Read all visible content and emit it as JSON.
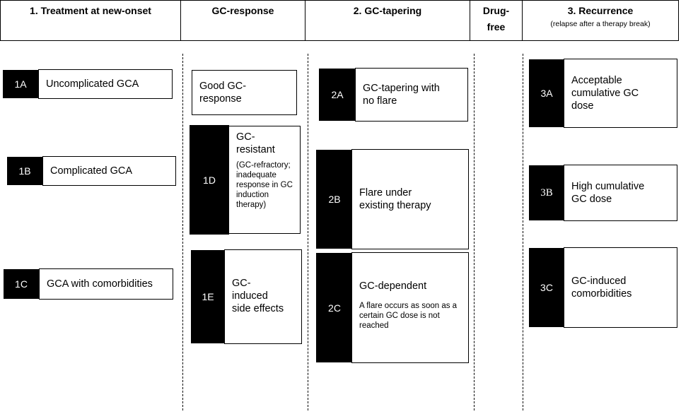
{
  "header": {
    "col1": "1.  Treatment at new-onset",
    "col2": "GC-response",
    "col3": "2. GC-tapering",
    "col4_line1": "Drug-",
    "col4_line2": "free",
    "col5": "3. Recurrence",
    "col5_sub": "(relapse after a therapy break)"
  },
  "items": {
    "c1a": {
      "tag": "1A",
      "label": "Uncomplicated GCA"
    },
    "c1b": {
      "tag": "1B",
      "label": "Complicated GCA"
    },
    "c1c": {
      "tag": "1C",
      "label": "GCA with comorbidities"
    },
    "good": {
      "label": "Good GC-response"
    },
    "c1d": {
      "tag": "1D",
      "label": "GC-resistant",
      "sub": "(GC-refractory; inadequate response in GC induction therapy)"
    },
    "c1e": {
      "tag": "1E",
      "label": "GC-induced side effects"
    },
    "c2a": {
      "tag": "2A",
      "label": "GC-tapering with no flare"
    },
    "c2b": {
      "tag": "2B",
      "label": "Flare under existing therapy"
    },
    "c2c": {
      "tag": "2C",
      "label": "GC-dependent",
      "note": "A flare occurs as soon as a certain GC dose is not reached"
    },
    "c3a": {
      "tag": "3A",
      "label": "Acceptable cumulative GC dose"
    },
    "c3b": {
      "tag": "3B",
      "label": "High cumulative GC dose"
    },
    "c3c": {
      "tag": "3C",
      "label": "GC-induced comorbidities"
    }
  }
}
